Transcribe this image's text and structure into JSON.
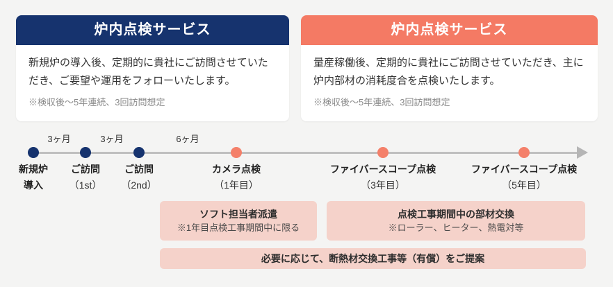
{
  "cards": [
    {
      "title": "炉内点検サービス",
      "body": "新規炉の導入後、定期的に貴社にご訪問させていただき、ご要望や運用をフォローいたします。",
      "note": "※検収後〜5年連続、3回訪問想定",
      "accent_color": "#16336e"
    },
    {
      "title": "炉内点検サービス",
      "body": "量産稼働後、定期的に貴社にご訪問させていただき、主に炉内部材の消耗度合を点検いたします。",
      "note": "※検収後〜5年連続、3回訪問想定",
      "accent_color": "#f47a64"
    }
  ],
  "timeline": {
    "intervals": [
      {
        "label": "3ヶ月"
      },
      {
        "label": "3ヶ月"
      },
      {
        "label": "6ヶ月"
      }
    ],
    "events": [
      {
        "title": "新規炉",
        "subtitle": "導入",
        "dot_color": "#16336e"
      },
      {
        "title": "ご訪問",
        "subtitle": "（1st）",
        "dot_color": "#16336e"
      },
      {
        "title": "ご訪問",
        "subtitle": "（2nd）",
        "dot_color": "#16336e"
      },
      {
        "title": "カメラ点検",
        "subtitle": "（1年目）",
        "dot_color": "#f4806a"
      },
      {
        "title": "ファイバースコープ点検",
        "subtitle": "（3年目）",
        "dot_color": "#f4806a"
      },
      {
        "title": "ファイバースコープ点検",
        "subtitle": "（5年目）",
        "dot_color": "#f4806a"
      }
    ]
  },
  "annotations": [
    {
      "title": "ソフト担当者派遣",
      "note": "※1年目点検工事期間中に限る"
    },
    {
      "title": "点検工事期間中の部材交換",
      "note": "※ローラー、ヒーター、熱電対等"
    },
    {
      "title": "必要に応じて、断熱材交換工事等（有償）をご提案",
      "note": ""
    }
  ],
  "colors": {
    "navy": "#16336e",
    "salmon": "#f47a64",
    "pink_box": "#f5d2ca",
    "background": "#f4f4f3",
    "timeline_line": "#bfbfbf",
    "note_gray": "#8a8a8a"
  }
}
